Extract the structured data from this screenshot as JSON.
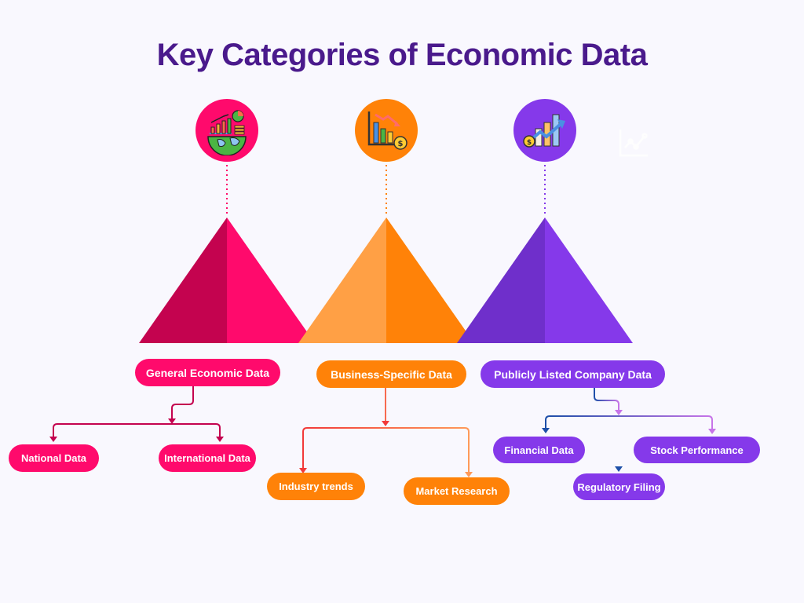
{
  "title": "Key Categories of Economic Data",
  "colors": {
    "background": "#f9f8fe",
    "title": "#4a1a8c",
    "general": "#ff0a6c",
    "general_dark": "#c4034f",
    "business": "#ff8208",
    "business_light": "#ffa045",
    "public": "#8539ea",
    "public_dark": "#6f2fcb"
  },
  "categories": [
    {
      "id": "general",
      "label": "General Economic Data",
      "icon": "globe-economy-icon",
      "children": [
        {
          "label": "National Data"
        },
        {
          "label": "International Data"
        }
      ]
    },
    {
      "id": "business",
      "label": "Business-Specific Data",
      "icon": "declining-bar-chart-coin-icon",
      "children": [
        {
          "label": "Industry trends"
        },
        {
          "label": "Market Research"
        }
      ]
    },
    {
      "id": "public",
      "label": "Publicly Listed Company Data",
      "icon": "rising-bar-chart-coin-icon",
      "children": [
        {
          "label": "Financial Data"
        },
        {
          "label": "Regulatory Filing"
        },
        {
          "label": "Stock Performance"
        }
      ]
    }
  ],
  "watermark_icon": "line-chart-icon"
}
